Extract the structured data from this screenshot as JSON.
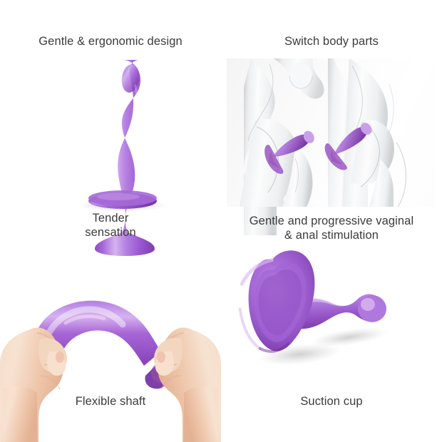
{
  "page": {
    "background_color": "#ffffff",
    "text_color": "#3b3b3b",
    "product_color_purple": "#9b5fd0",
    "product_color_purple_light": "#c79ae8",
    "product_color_purple_dark": "#7a3fae",
    "skin_color": "#f2cdb3",
    "panel_background": "#f4f4f5"
  },
  "panels": {
    "top_left": {
      "name": "gentle-ergonomic-design",
      "caption_top": "Gentle & ergonomic design",
      "caption_bottom": "Tender\nsensation",
      "illustration": "purple-curved-dildo-with-flared-base"
    },
    "top_right": {
      "name": "switch-body-parts",
      "caption_top": "Switch body parts",
      "caption_bottom": "Gentle and progressive vaginal\n& anal stimulation",
      "illustration": "two-translucent-grey-body-silhouettes-with-purple-toy"
    },
    "bottom_left": {
      "name": "flexible-shaft",
      "caption_top": "",
      "caption_bottom": "Flexible shaft",
      "illustration": "two-hands-bending-purple-shaft-into-arch"
    },
    "bottom_right": {
      "name": "suction-cup",
      "caption_top": "",
      "caption_bottom": "Suction cup",
      "illustration": "purple-toy-with-heart-shaped-suction-cup-base"
    }
  }
}
